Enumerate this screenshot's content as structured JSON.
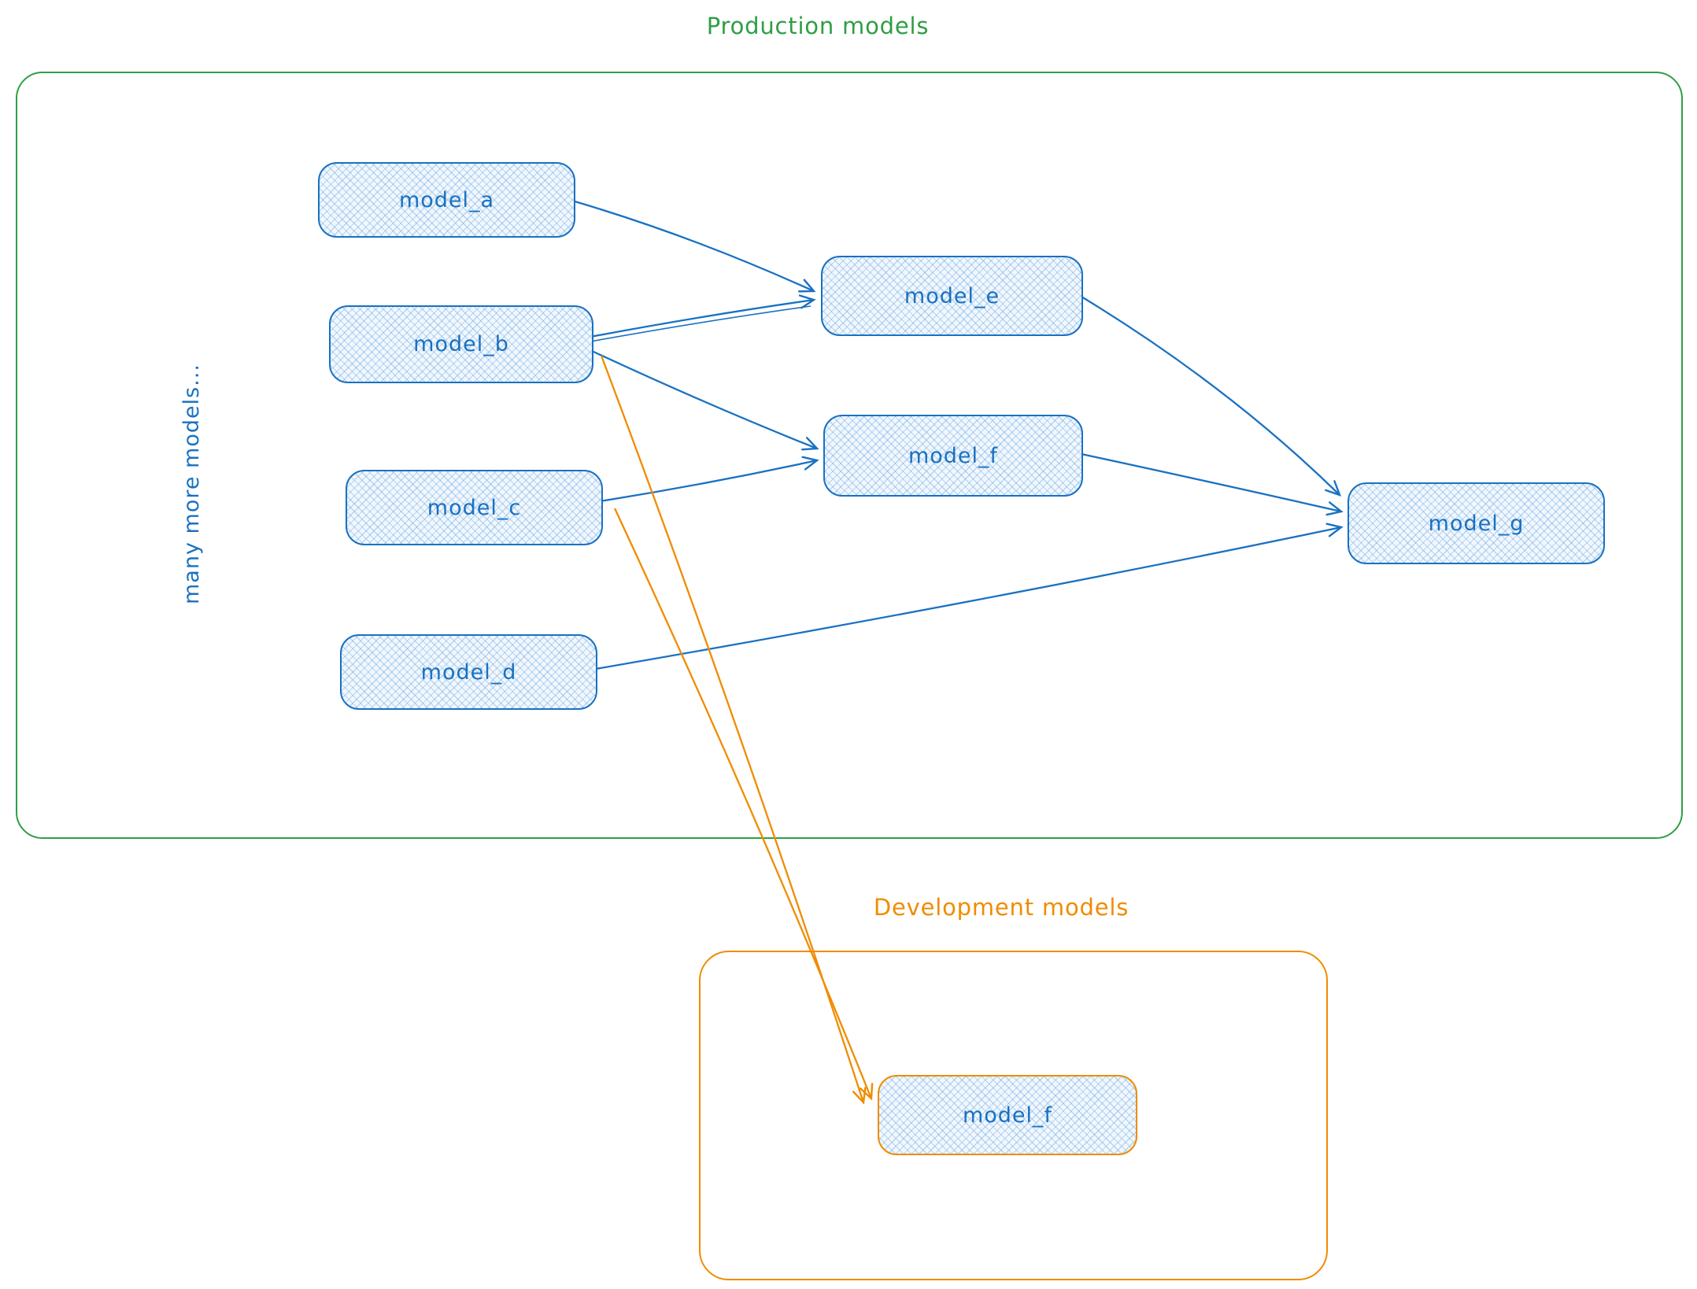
{
  "production": {
    "title": "Production models",
    "side_label": "many more models...",
    "nodes": {
      "model_a": "model_a",
      "model_b": "model_b",
      "model_c": "model_c",
      "model_d": "model_d",
      "model_e": "model_e",
      "model_f": "model_f",
      "model_g": "model_g"
    }
  },
  "development": {
    "title": "Development models",
    "nodes": {
      "model_f": "model_f"
    }
  },
  "edges": [
    {
      "from": "production.model_a",
      "to": "production.model_e",
      "color": "#1971c2"
    },
    {
      "from": "production.model_b",
      "to": "production.model_e",
      "color": "#1971c2"
    },
    {
      "from": "production.model_b",
      "to": "production.model_f",
      "color": "#1971c2"
    },
    {
      "from": "production.model_c",
      "to": "production.model_f",
      "color": "#1971c2"
    },
    {
      "from": "production.model_e",
      "to": "production.model_g",
      "color": "#1971c2"
    },
    {
      "from": "production.model_f",
      "to": "production.model_g",
      "color": "#1971c2"
    },
    {
      "from": "production.model_d",
      "to": "production.model_g",
      "color": "#1971c2"
    },
    {
      "from": "production.model_b",
      "to": "development.model_f",
      "color": "#f08c00"
    },
    {
      "from": "production.model_c",
      "to": "development.model_f",
      "color": "#f08c00"
    }
  ],
  "colors": {
    "production_border": "#2f9e44",
    "development_border": "#f08c00",
    "node_stroke": "#1971c2",
    "node_fill": "#f0f7fe",
    "blue_arrow": "#1971c2",
    "orange_arrow": "#f08c00"
  }
}
